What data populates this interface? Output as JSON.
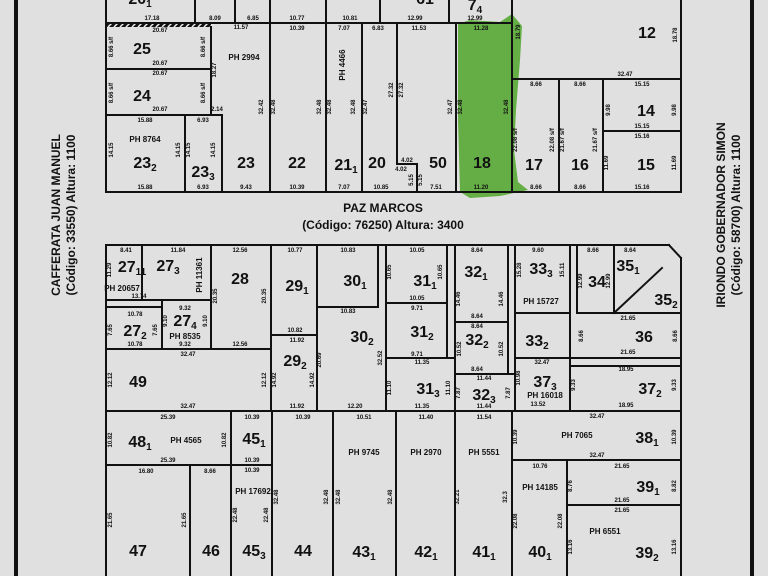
{
  "streets": {
    "top_name": "PAZ MARCOS",
    "top_info": "(Código: 76250) Altura: 3400",
    "left_name": "CAFFERATA JUAN MANUEL",
    "left_info": "(Código: 33550) Altura: 1100",
    "right_name": "IRIONDO GOBERNADOR SIMON",
    "right_info": "(Código: 58700) Altura: 1100"
  },
  "highlight_color": "#4fa52a",
  "parcels": [
    {
      "number": "20",
      "sub": "1"
    },
    {
      "number": "61",
      "sub": ""
    },
    {
      "number": "7",
      "sub": "4"
    },
    {
      "number": "25",
      "sub": ""
    },
    {
      "number": "24",
      "sub": ""
    },
    {
      "number": "23",
      "sub": "2",
      "ph": "PH 8764"
    },
    {
      "number": "23",
      "sub": "3"
    },
    {
      "number": "23",
      "sub": "",
      "ph": "PH 2994"
    },
    {
      "number": "22",
      "sub": ""
    },
    {
      "number": "21",
      "sub": "1",
      "ph": "PH 4466"
    },
    {
      "number": "20",
      "sub": ""
    },
    {
      "number": "50",
      "sub": ""
    },
    {
      "number": "18",
      "sub": "",
      "highlighted": true
    },
    {
      "number": "17",
      "sub": ""
    },
    {
      "number": "16",
      "sub": ""
    },
    {
      "number": "14",
      "sub": ""
    },
    {
      "number": "15",
      "sub": ""
    },
    {
      "number": "12",
      "sub": ""
    },
    {
      "number": "27",
      "sub": "11",
      "ph": "PH 20657"
    },
    {
      "number": "27",
      "sub": "3",
      "ph": "PH 11361"
    },
    {
      "number": "27",
      "sub": "2"
    },
    {
      "number": "27",
      "sub": "4",
      "ph": "PH 8535"
    },
    {
      "number": "28",
      "sub": ""
    },
    {
      "number": "29",
      "sub": "1"
    },
    {
      "number": "29",
      "sub": "2"
    },
    {
      "number": "30",
      "sub": "1"
    },
    {
      "number": "30",
      "sub": "2"
    },
    {
      "number": "31",
      "sub": "1"
    },
    {
      "number": "31",
      "sub": "2"
    },
    {
      "number": "31",
      "sub": "3"
    },
    {
      "number": "32",
      "sub": "1"
    },
    {
      "number": "32",
      "sub": "2"
    },
    {
      "number": "32",
      "sub": "3"
    },
    {
      "number": "33",
      "sub": "3",
      "ph": "PH 15727"
    },
    {
      "number": "33",
      "sub": "2"
    },
    {
      "number": "34",
      "sub": ""
    },
    {
      "number": "35",
      "sub": "1"
    },
    {
      "number": "35",
      "sub": "2"
    },
    {
      "number": "36",
      "sub": ""
    },
    {
      "number": "37",
      "sub": "3",
      "ph": "PH 16018"
    },
    {
      "number": "37",
      "sub": "2"
    },
    {
      "number": "49",
      "sub": ""
    },
    {
      "number": "48",
      "sub": "1",
      "ph": "PH 4565"
    },
    {
      "number": "45",
      "sub": "1"
    },
    {
      "number": "47",
      "sub": ""
    },
    {
      "number": "46",
      "sub": ""
    },
    {
      "number": "45",
      "sub": "3",
      "ph": "PH 17692"
    },
    {
      "number": "44",
      "sub": ""
    },
    {
      "number": "43",
      "sub": "1",
      "ph": "PH 9745"
    },
    {
      "number": "42",
      "sub": "1",
      "ph": "PH 2970"
    },
    {
      "number": "41",
      "sub": "1",
      "ph": "PH 5551"
    },
    {
      "number": "40",
      "sub": "1",
      "ph": "PH 14185"
    },
    {
      "number": "38",
      "sub": "1",
      "ph": "PH 7065"
    },
    {
      "number": "39",
      "sub": "1"
    },
    {
      "number": "39",
      "sub": "2",
      "ph": "PH 6551"
    }
  ],
  "dimensions": [
    "17.18",
    "8.09",
    "6.85",
    "10.77",
    "10.81",
    "12.99",
    "12.99",
    "20.67",
    "20.67",
    "20.67",
    "20.67",
    "8.66 s/f",
    "8.66 s/f",
    "8.66 s/f",
    "8.66 s/f",
    "18.27",
    "2.14",
    "11.57",
    "10.39",
    "7.07",
    "6.83",
    "11.53",
    "11.28",
    "18.79",
    "18.78",
    "32.42",
    "32.48",
    "32.48",
    "32.48",
    "32.48",
    "32.47",
    "27.32",
    "27.32",
    "32.47",
    "32.48",
    "32.48",
    "32.47",
    "8.66",
    "8.66",
    "15.15",
    "15.15",
    "15.16",
    "9.98",
    "9.98",
    "22.08 s/f",
    "22.08 s/f",
    "21.67 s/f",
    "21.67 s/f",
    "11.69",
    "11.69",
    "8.66",
    "8.66",
    "15.16",
    "11.20",
    "7.51",
    "10.85",
    "7.07",
    "10.39",
    "9.43",
    "6.93",
    "15.88",
    "15.88",
    "6.93",
    "14.15",
    "14.15",
    "14.15",
    "14.15",
    "4.02",
    "4.02",
    "5.15",
    "5.15",
    "8.41",
    "11.84",
    "12.56",
    "10.77",
    "10.83",
    "10.05",
    "8.64",
    "9.60",
    "8.66",
    "8.64",
    "13.74",
    "10.78",
    "10.78",
    "9.32",
    "9.32",
    "12.56",
    "10.83",
    "10.05",
    "9.71",
    "9.71",
    "8.64",
    "8.64",
    "8.64",
    "10.82",
    "11.92",
    "11.92",
    "12.20",
    "11.35",
    "11.35",
    "11.44",
    "11.44",
    "32.47",
    "32.47",
    "32.47",
    "18.95",
    "18.95",
    "13.52",
    "21.65",
    "21.65",
    "25.39",
    "25.39",
    "10.39",
    "10.39",
    "10.39",
    "10.39",
    "10.51",
    "11.40",
    "11.54",
    "32.47",
    "32.47",
    "10.76",
    "21.65",
    "21.65",
    "21.65",
    "16.80",
    "8.66",
    "20.35",
    "20.35",
    "12.12",
    "12.12",
    "20.69",
    "32.52",
    "10.82",
    "10.82",
    "21.65",
    "21.65",
    "22.48",
    "22.48",
    "32.48",
    "32.48",
    "32.48",
    "32.48",
    "32.21",
    "32.3",
    "22.08",
    "22.08",
    "13.16",
    "13.16",
    "10.39",
    "10.39",
    "8.76",
    "8.82",
    "9.33",
    "9.33",
    "11.10",
    "11.10",
    "14.46",
    "14.46",
    "15.28",
    "15.11",
    "12.99",
    "12.99",
    "8.66",
    "8.66",
    "7.65",
    "7.65",
    "9.10",
    "9.10",
    "11.29",
    "14.92",
    "14.92",
    "10.65",
    "10.65",
    "10.52",
    "10.52",
    "7.87",
    "7.87",
    "10.98"
  ]
}
